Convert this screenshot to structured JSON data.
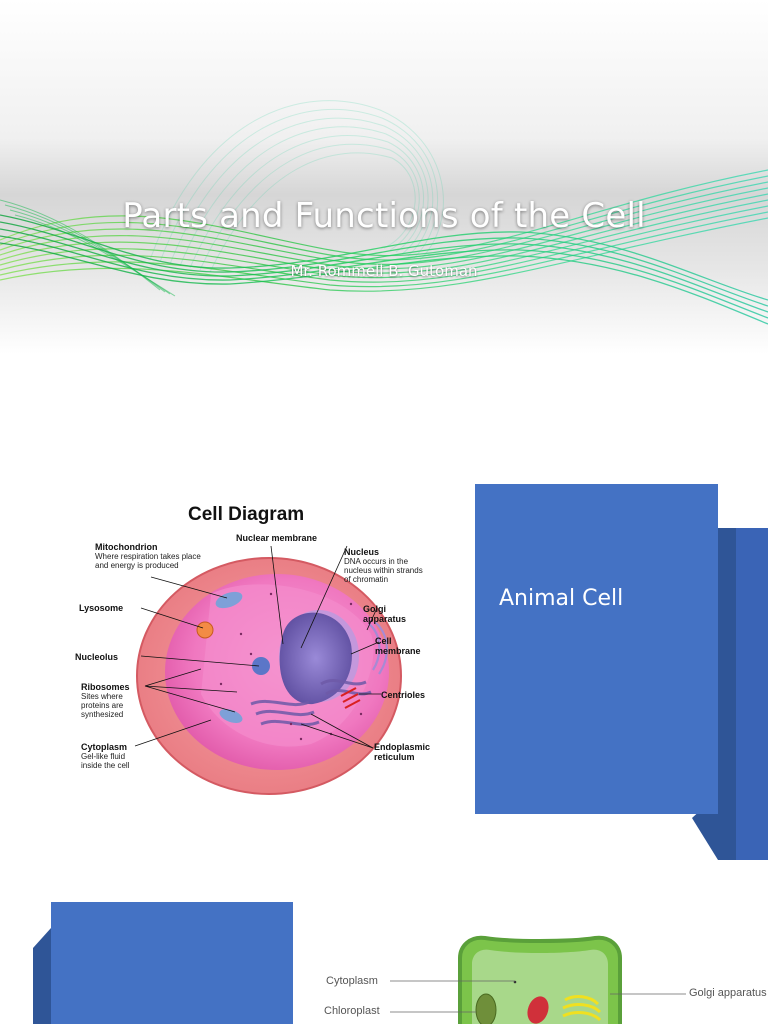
{
  "slide1": {
    "title": "Parts and Functions of the Cell",
    "subtitle": "Mr. Rommell B. Gutoman"
  },
  "slide2": {
    "diagram_title": "Cell Diagram",
    "labels": {
      "mitochondrion": "Mitochondrion",
      "mitochondrion_desc": "Where respiration takes place and energy is produced",
      "nuclear_membrane": "Nuclear membrane",
      "nucleus": "Nucleus",
      "nucleus_desc": "DNA occurs in the nucleus within strands of chromatin",
      "lysosome": "Lysosome",
      "golgi": "Golgi apparatus",
      "cell_membrane": "Cell membrane",
      "nucleolus": "Nucleolus",
      "ribosomes": "Ribosomes",
      "ribosomes_desc": "Sites where proteins are synthesized",
      "centrioles": "Centrioles",
      "cytoplasm": "Cytoplasm",
      "cytoplasm_desc": "Gel-like fluid inside the cell",
      "er": "Endoplasmic reticulum"
    },
    "panel_title": "Animal Cell"
  },
  "slide3": {
    "labels": {
      "cytoplasm": "Cytoplasm",
      "chloroplast": "Chloroplast",
      "golgi": "Golgi apparatus"
    }
  },
  "colors": {
    "panel_blue": "#4472c4",
    "panel_shadow": "#2f5597",
    "ribbon_green": "#2ecc40"
  }
}
